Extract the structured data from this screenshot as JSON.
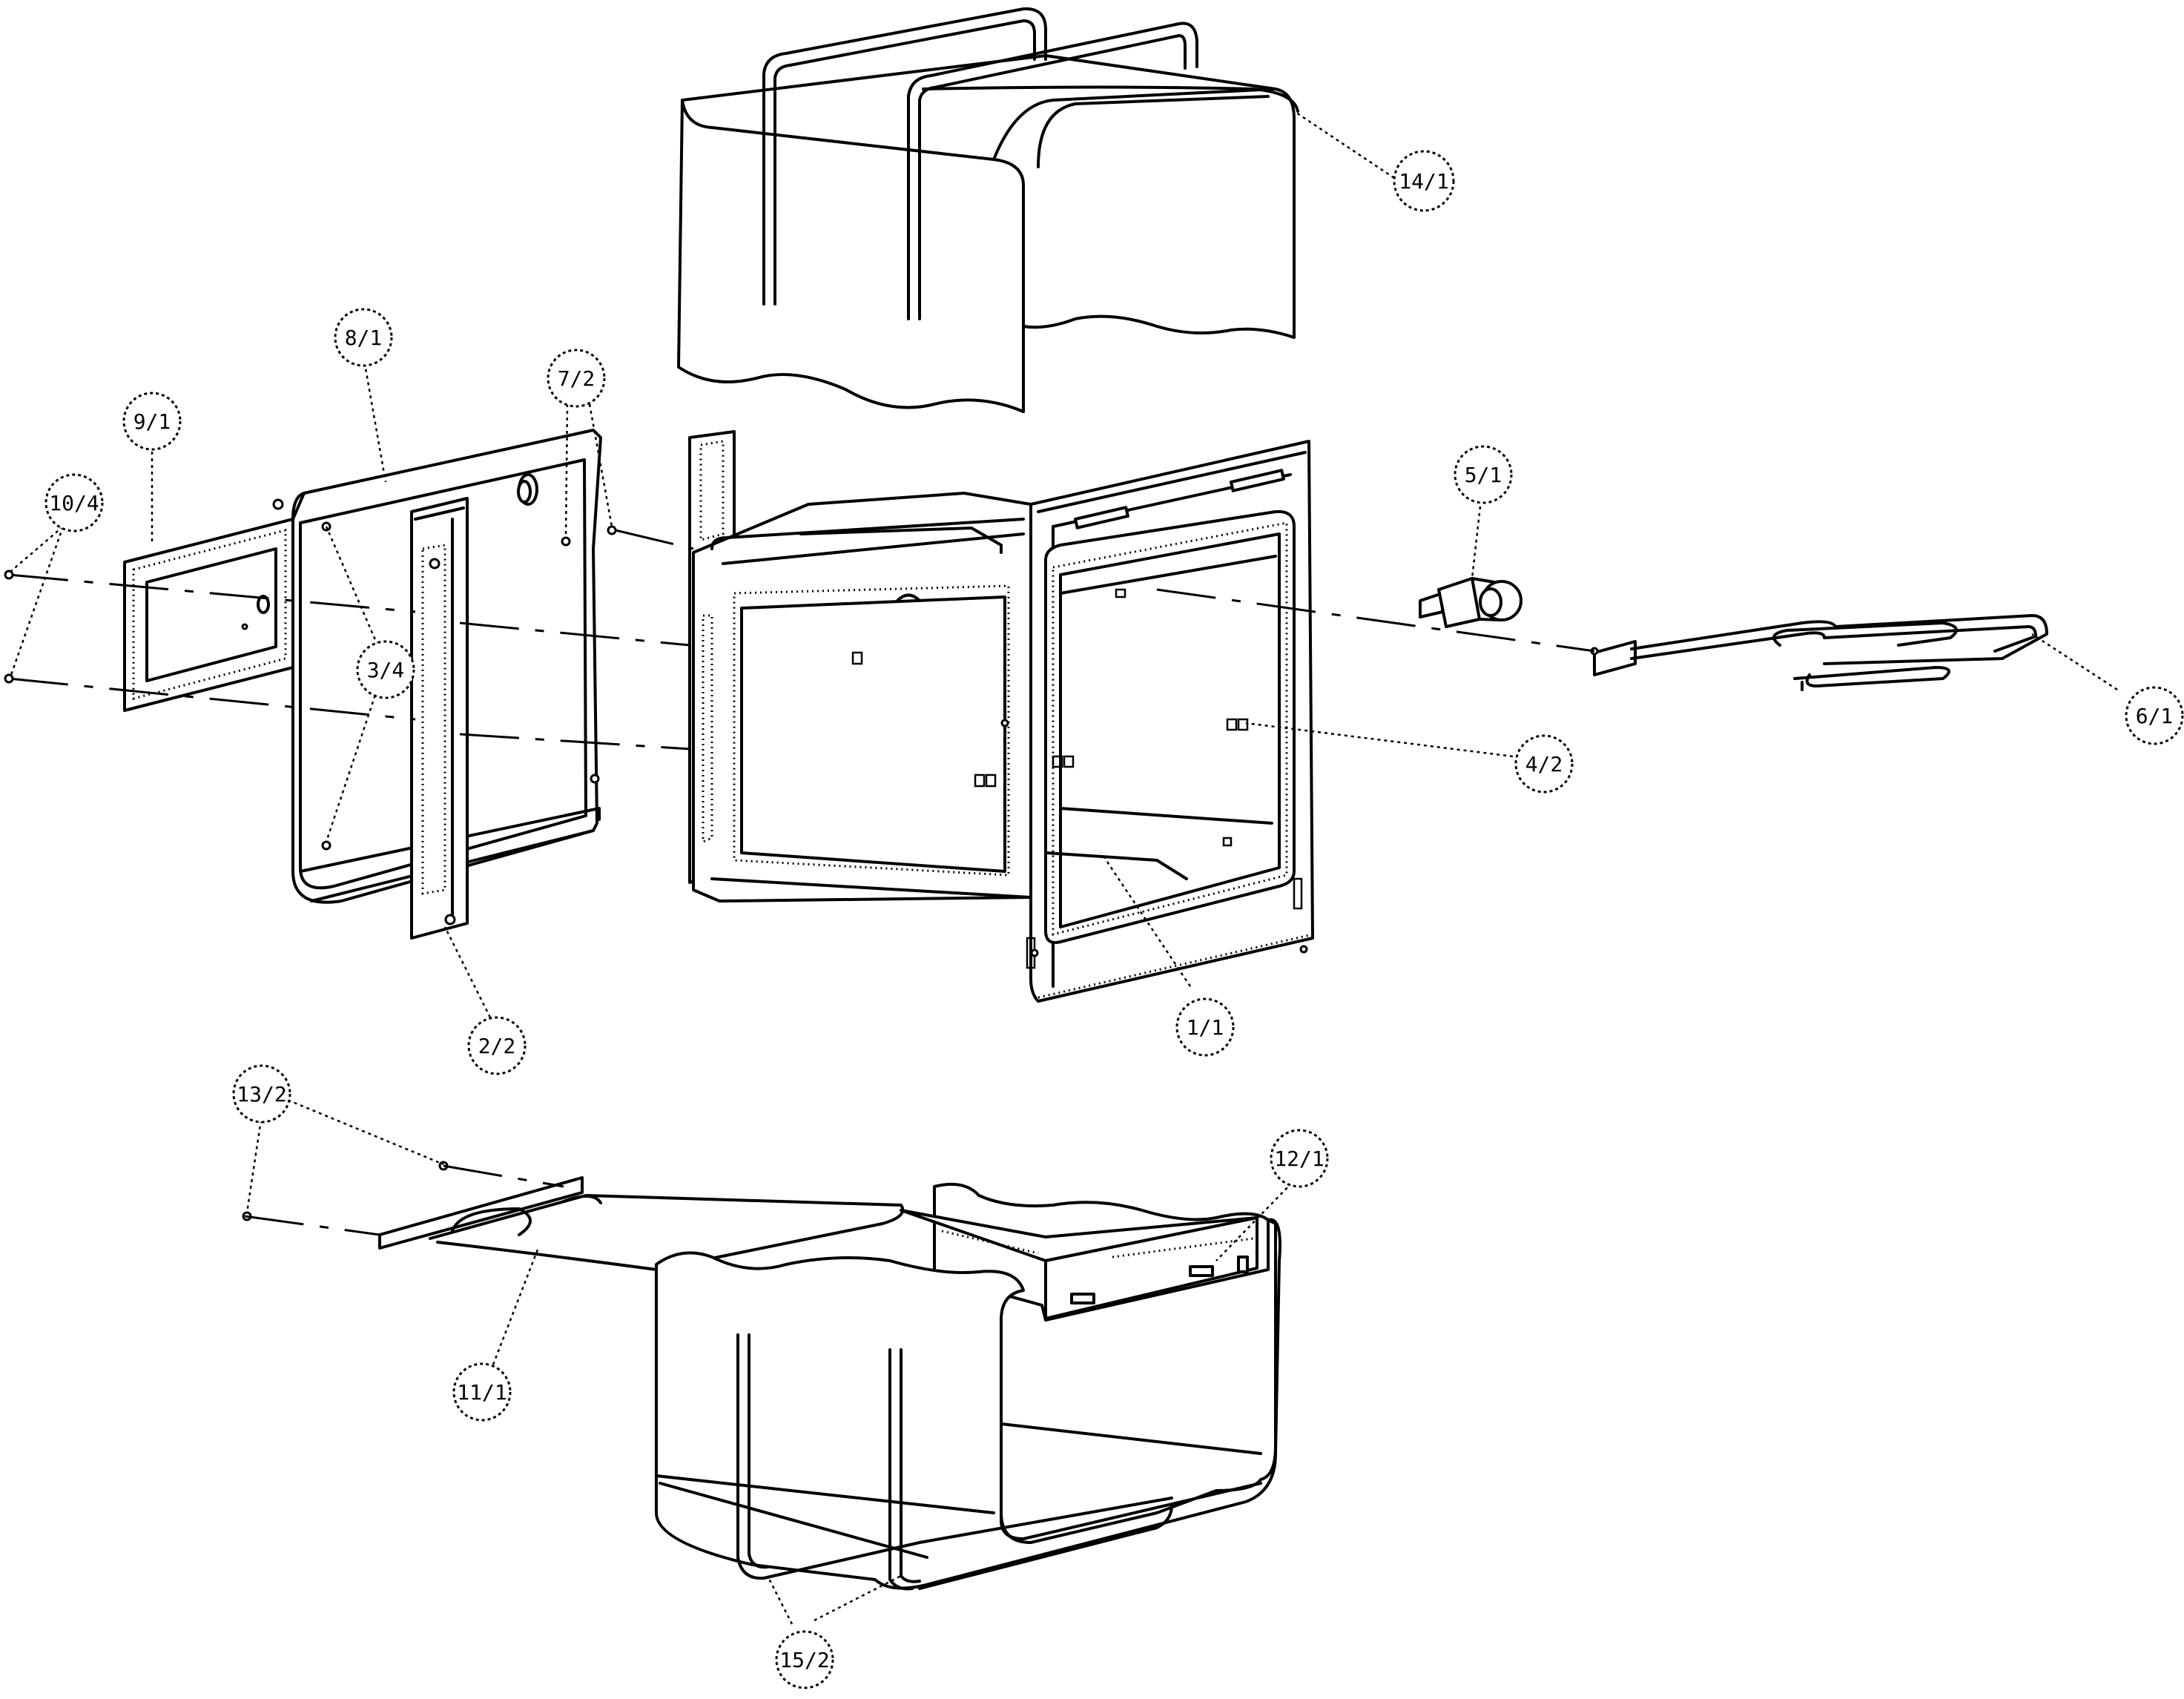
{
  "callouts": [
    {
      "id": "c-14-1",
      "label": "14/1"
    },
    {
      "id": "c-8-1",
      "label": "8/1"
    },
    {
      "id": "c-7-2",
      "label": "7/2"
    },
    {
      "id": "c-9-1",
      "label": "9/1"
    },
    {
      "id": "c-10-4",
      "label": "10/4"
    },
    {
      "id": "c-5-1",
      "label": "5/1"
    },
    {
      "id": "c-3-4",
      "label": "3/4"
    },
    {
      "id": "c-6-1",
      "label": "6/1"
    },
    {
      "id": "c-4-2",
      "label": "4/2"
    },
    {
      "id": "c-2-2",
      "label": "2/2"
    },
    {
      "id": "c-1-1",
      "label": "1/1"
    },
    {
      "id": "c-13-2",
      "label": "13/2"
    },
    {
      "id": "c-12-1",
      "label": "12/1"
    },
    {
      "id": "c-11-1",
      "label": "11/1"
    },
    {
      "id": "c-15-2",
      "label": "15/2"
    }
  ],
  "colors": {
    "line": "#000000",
    "background": "#ffffff"
  }
}
